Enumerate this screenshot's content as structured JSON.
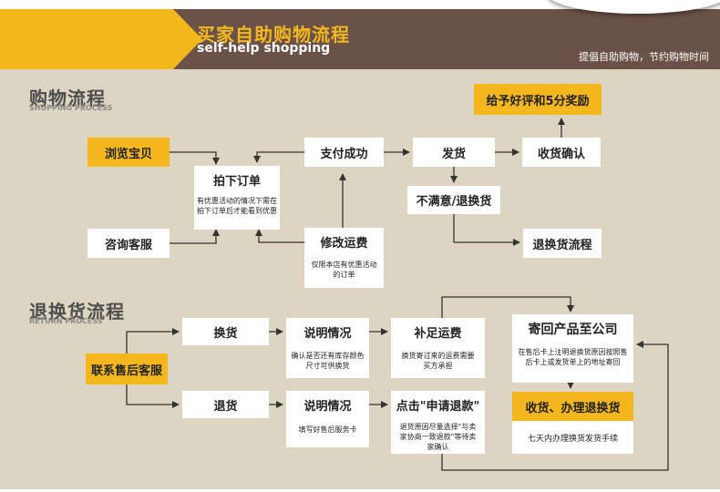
{
  "header": {
    "title": "买家自助购物流程",
    "subtitle": "self-help shopping",
    "tagline": "提倡自助购物，节约购物时间"
  },
  "shopping": {
    "title": "购物流程",
    "subtitle": "SHOPPING PROCESS",
    "browse": "浏览宝贝",
    "consult": "咨询客服",
    "order": "拍下订单",
    "order_note": "有优惠活动的情况下需在拍下订单后才能看到优惠",
    "modify": "修改运费",
    "modify_note": "仅限本店有优惠活动的订单",
    "paid": "支付成功",
    "ship": "发货",
    "confirm": "收货确认",
    "review": "给予好评和5分奖励",
    "unhappy": "不满意/退换货",
    "return_flow": "退换货流程"
  },
  "returns": {
    "title": "退换货流程",
    "subtitle": "RETURN PROCESS",
    "contact": "联系售后客服",
    "exchange": "换货",
    "explain1": "说明情况",
    "explain1_note": "确认是否还有库存颜色尺寸可供换货",
    "topup": "补足运费",
    "topup_note": "换货寄过来的运费需要买方承担",
    "send": "寄回产品至公司",
    "send_note": "在售后卡上注明退换货原因按照售后卡上或发货单上的地址寄回",
    "refund": "退货",
    "explain2": "说明情况",
    "explain2_note": "填写好售后服务卡",
    "click": "点击\"申请退款\"",
    "click_note": "退货原因尽量选择\"与卖家协商一致退款\"等待卖家确认",
    "receive": "收货、办理退换货",
    "receive_note": "七天内办理换货发货手续"
  },
  "colors": {
    "accent": "#f4b81e",
    "header": "#6b5248",
    "background": "#ddd5c2"
  }
}
